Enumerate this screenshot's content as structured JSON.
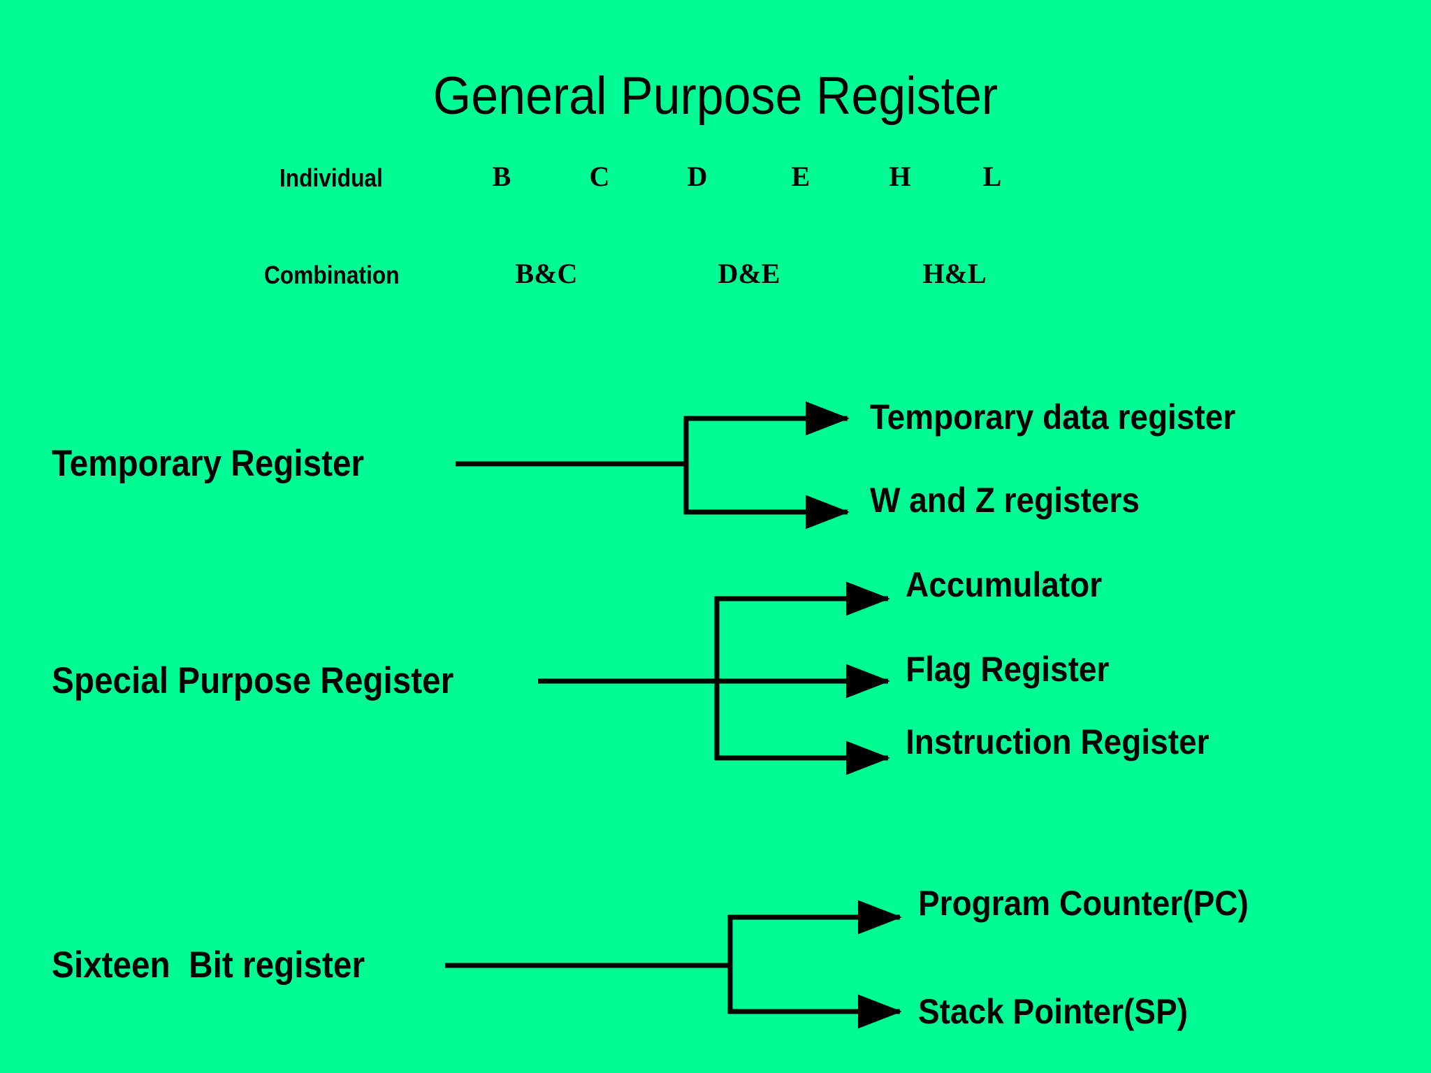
{
  "slide": {
    "background_color": "#00fb94",
    "ink_color": "#000000",
    "title": "General Purpose Register"
  },
  "register_table": {
    "rows": [
      {
        "label": "Individual",
        "items": [
          "B",
          "C",
          "D",
          "E",
          "H",
          "L"
        ]
      },
      {
        "label": "Combination",
        "items": [
          "B&C",
          "D&E",
          "H&L"
        ]
      }
    ]
  },
  "branches": [
    {
      "source": "Temporary Register",
      "targets": [
        "Temporary data register",
        "W and Z registers"
      ]
    },
    {
      "source": "Special Purpose Register",
      "targets": [
        "Accumulator",
        "Flag Register",
        "Instruction Register"
      ]
    },
    {
      "source": "Sixteen  Bit register",
      "targets": [
        "Program Counter(PC)",
        "Stack Pointer(SP)"
      ]
    }
  ]
}
